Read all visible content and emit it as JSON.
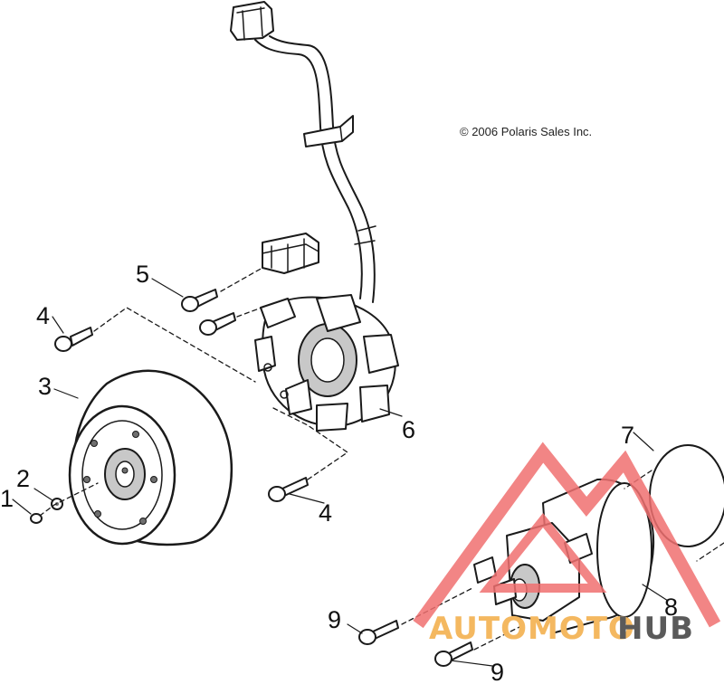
{
  "copyright": "© 2006 Polaris Sales Inc.",
  "watermark": {
    "part1": "AUTOMOTO",
    "part2": "HUB",
    "color_part1": "#f4b860",
    "color_part2": "#5a5a5a",
    "logo_color": "#f07070"
  },
  "callouts": {
    "c1": "1",
    "c2": "2",
    "c3": "3",
    "c4a": "4",
    "c4b": "4",
    "c5": "5",
    "c6": "6",
    "c7": "7",
    "c8": "8",
    "c9a": "9",
    "c9b": "9"
  },
  "parts": [
    "washer",
    "nut",
    "flywheel",
    "bolt",
    "bolt",
    "stator",
    "o-ring",
    "starter-motor",
    "bolt"
  ]
}
